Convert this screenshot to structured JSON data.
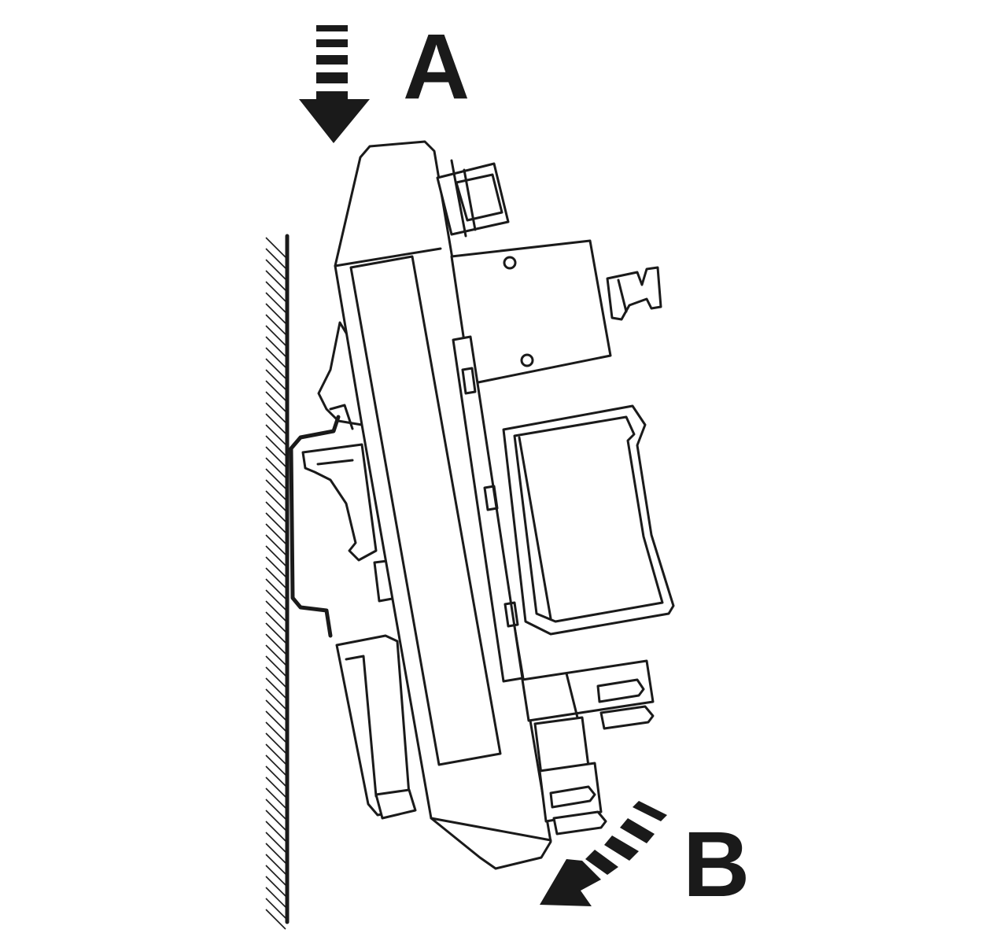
{
  "steps": {
    "a": {
      "label": "A",
      "direction": "down"
    },
    "b": {
      "label": "B",
      "direction": "rotate-toward-wall"
    }
  },
  "colors": {
    "line": "#1a1a1a",
    "background": "#ffffff"
  }
}
